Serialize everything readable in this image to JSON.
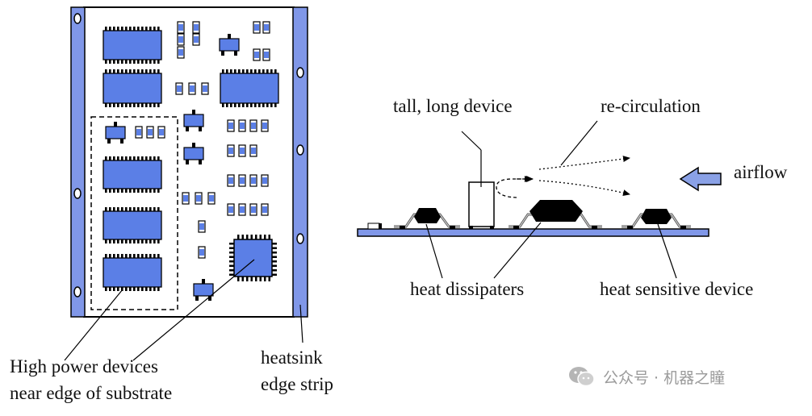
{
  "colors": {
    "component_fill": "#5b7fe6",
    "strip_fill": "#8097e8",
    "outline": "#000000",
    "device_black": "#000000",
    "airflow_arrow_fill": "#8aa1e6",
    "watermark": "#9a9a9a"
  },
  "labels": {
    "high_power": [
      "High power devices",
      "near edge of substrate"
    ],
    "heatsink": [
      "heatsink",
      "edge strip"
    ],
    "tall_device": "tall, long device",
    "recirculation": "re-circulation",
    "airflow": "airflow",
    "heat_dissipaters": "heat dissipaters",
    "heat_sensitive": "heat sensitive device"
  },
  "watermark": {
    "icon": "wechat-icon",
    "text": "公众号 · 机器之瞳"
  }
}
